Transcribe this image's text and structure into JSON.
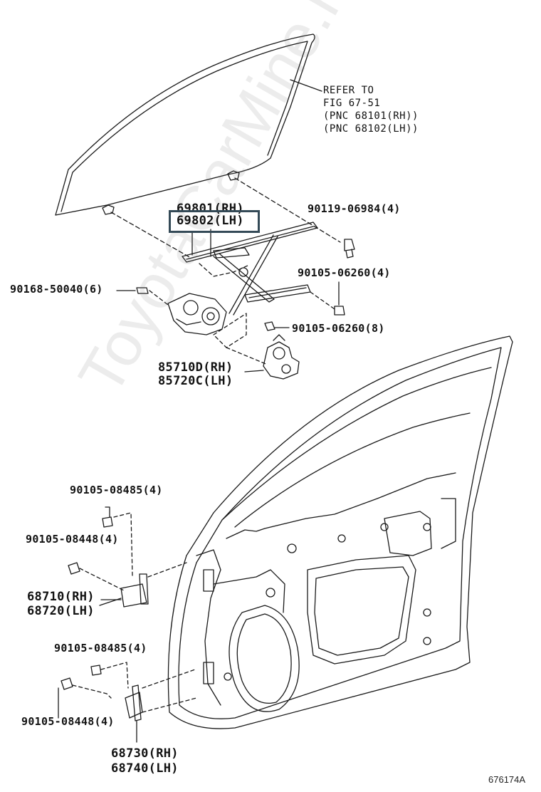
{
  "refer_note": {
    "line1": "REFER TO",
    "line2": "FIG 67-51",
    "line3": "(PNC 68101(RH))",
    "line4": "(PNC 68102(LH))"
  },
  "regulator": {
    "rh": "69801(RH)",
    "lh": "69802(LH)"
  },
  "bolt_90119": "90119-06984(4)",
  "bolt_90105_06260_4": "90105-06260(4)",
  "bolt_90168": "90168-50040(6)",
  "bolt_90105_06260_8": "90105-06260(8)",
  "motor": {
    "rh": "85710D(RH)",
    "lh": "85720C(LH)"
  },
  "upper_hinge": {
    "bolt_top": "90105-08485(4)",
    "bolt_side": "90105-08448(4)",
    "rh": "68710(RH)",
    "lh": "68720(LH)"
  },
  "lower_hinge": {
    "bolt_top": "90105-08485(4)",
    "bolt_side": "90105-08448(4)",
    "rh": "68730(RH)",
    "lh": "68740(LH)"
  },
  "figure_id": "676174A",
  "watermark": "ToyotaCarMine.ru"
}
